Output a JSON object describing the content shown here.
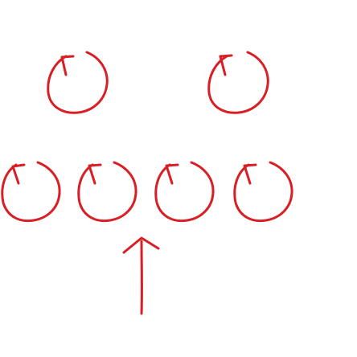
{
  "diagram": {
    "stroke_color": "#d81f26",
    "background_color": "#ffffff",
    "rows": [
      {
        "name": "top-row",
        "rotation_marks": 2
      },
      {
        "name": "middle-row",
        "rotation_marks": 4
      }
    ],
    "arrow": {
      "direction": "up"
    },
    "mark_icon": "clockwise-rotation-icon",
    "arrow_icon": "up-arrow-icon"
  }
}
